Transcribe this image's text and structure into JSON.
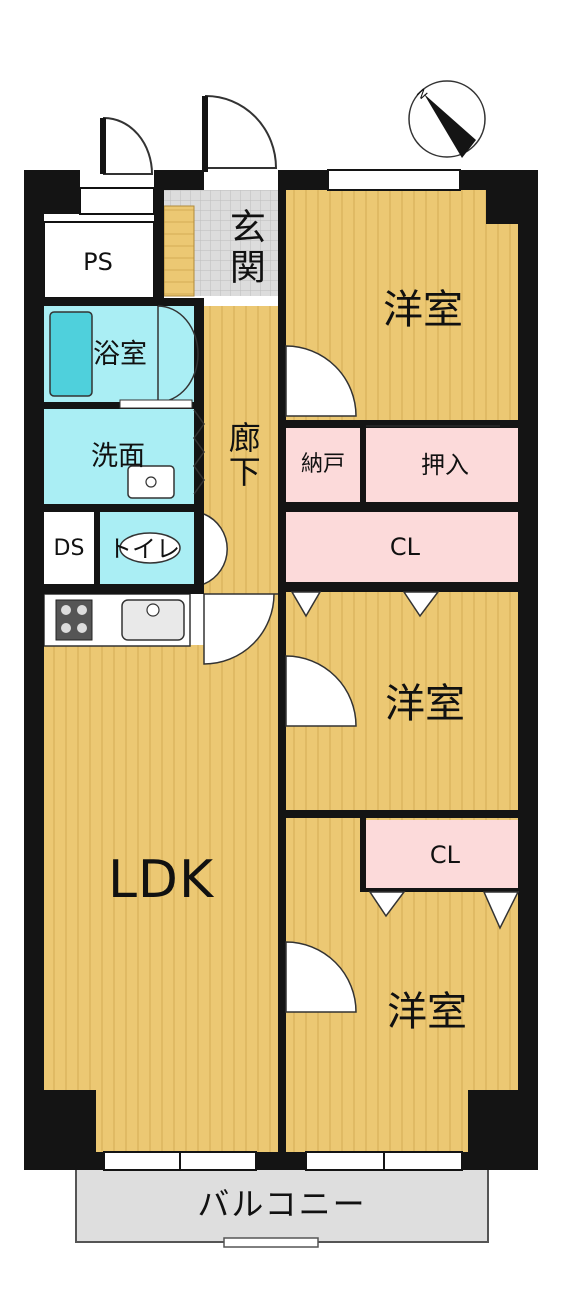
{
  "rooms": {
    "western_top": "洋室",
    "western_middle": "洋室",
    "western_bottom": "洋室",
    "entrance": "玄関",
    "corridor": "廊下",
    "bath": "浴室",
    "washroom": "洗面",
    "toilet": "トイレ",
    "ds": "DS",
    "ps": "PS",
    "storage": "納戸",
    "oshiire": "押入",
    "closet_top": "CL",
    "closet_bottom": "CL",
    "ldk": "LDK",
    "balcony": "バルコニー"
  },
  "compass": {
    "north_label": "N"
  },
  "colors": {
    "wall": "#141414",
    "wood": "#ecc873",
    "wood_stripe": "#d4ab55",
    "wet": "#aaeef4",
    "closet": "#fcdada",
    "entrance_tile": "#d9d9d9",
    "balcony": "#dedede"
  }
}
